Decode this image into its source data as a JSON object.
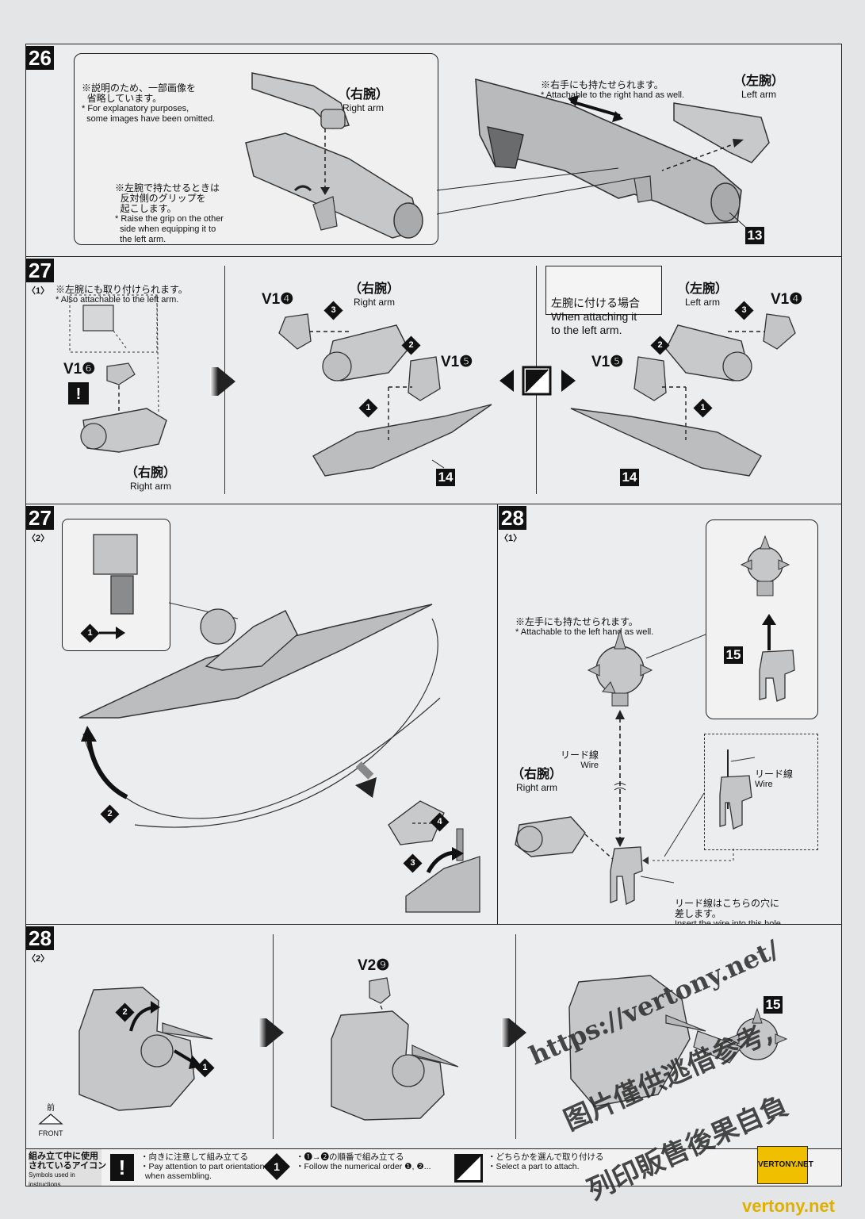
{
  "step26": {
    "number": "26",
    "note_jp": "※説明のため、一部画像を\n  省略しています。",
    "note_en": "* For explanatory purposes,\n  some images have been omitted.",
    "grip_jp": "※左腕で持たせるときは\n  反対側のグリップを\n  起こします。",
    "grip_en": "* Raise the grip on the other\n  side when equipping it to\n  the left arm.",
    "right_arm_jp": "（右腕）",
    "right_arm_en": "Right arm",
    "right_hand_jp": "※右手にも持たせられます。",
    "right_hand_en": "* Attachable to the right hand as well.",
    "left_arm_jp": "（左腕）",
    "left_arm_en": "Left arm",
    "part": "13"
  },
  "step27_1": {
    "number": "27",
    "sub": "〈1〉",
    "note_jp": "※左腕にも取り付けられます。",
    "note_en": "* Also attachable to the left arm.",
    "v16": "V1❻",
    "right_arm_jp": "（右腕）",
    "right_arm_en": "Right arm",
    "v14": "V1❹",
    "v15": "V1❺",
    "part": "14",
    "left_box_jp": "左腕に付ける場合",
    "left_box_en": "When attaching it\nto the left arm.",
    "left_arm_jp": "（左腕）",
    "left_arm_en": "Left arm"
  },
  "step27_2": {
    "number": "27",
    "sub": "〈2〉"
  },
  "step28_1": {
    "number": "28",
    "sub": "〈1〉",
    "left_hand_jp": "※左手にも持たせられます。",
    "left_hand_en": "* Attachable to the left hand as well.",
    "wire_jp": "リード線",
    "wire_en": "Wire",
    "right_arm_jp": "（右腕）",
    "right_arm_en": "Right arm",
    "hole_jp": "リード線はこちらの穴に\n差します。",
    "hole_en": "Insert the wire into this hole.",
    "part": "15"
  },
  "step28_2": {
    "number": "28",
    "sub": "〈2〉",
    "v29": "V2❾",
    "front_jp": "前",
    "front_en": "FRONT",
    "part": "15"
  },
  "legend": {
    "title_jp": "組み立て中に使用\nされているアイコン",
    "title_en": "Symbols used in instructions",
    "item1_jp": "・向きに注意して組み立てる",
    "item1_en": "・Pay attention to part orientation\n  when assembling.",
    "item2_jp": "・❶→❷の順番で組み立てる",
    "item2_en": "・Follow the numerical order ❶, ❷...",
    "item3_jp": "・どちらかを選んで取り付ける",
    "item3_en": "・Select a part to attach."
  },
  "watermark": {
    "url": "https://vertony.net/",
    "cn1": "图片僅供逃借参考,",
    "cn2": "列印販售後果自負",
    "logo": "VERTONY.NET",
    "footer": "vertony.net"
  }
}
